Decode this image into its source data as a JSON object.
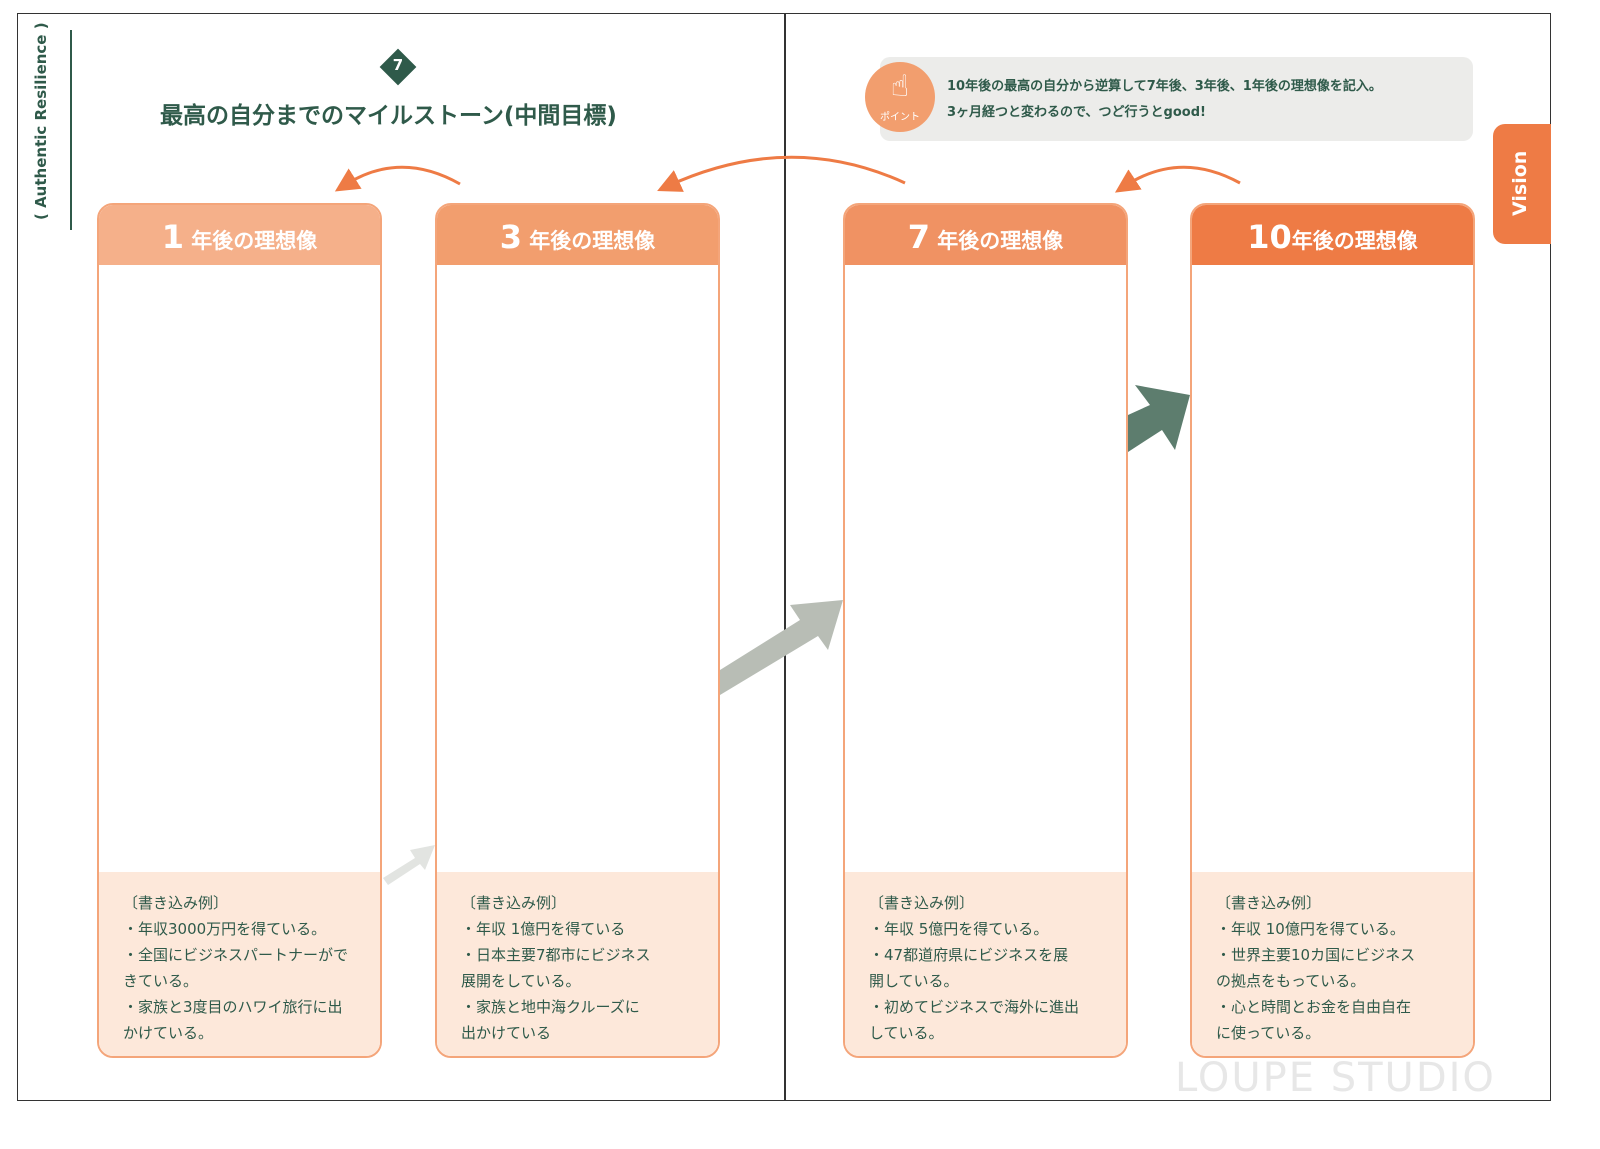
{
  "side_label": "( Authentic Resilience )",
  "section_number": "7",
  "title": "最高の自分までのマイルストーン(中間目標)",
  "tip": {
    "icon": "pointing-hand-icon",
    "icon_label": "ポイント",
    "line1": "10年後の最高の自分から逆算して7年後、3年後、1年後の理想像を記入。",
    "line2": "3ヶ月経つと変わるので、つど行うとgood!"
  },
  "tab_label": "Vision",
  "colors": {
    "green": "#2f5a4a",
    "orange_1": "#f5b08a",
    "orange_3": "#f29e6e",
    "orange_7": "#f09263",
    "orange_10": "#ee7b45",
    "pale": "#fde8da"
  },
  "cards": [
    {
      "num": "1",
      "label": "年後の理想像",
      "example_title": "〔書き込み例〕",
      "lines": [
        "・年収3000万円を得ている。",
        "・全国にビジネスパートナーがで",
        "きている。",
        "・家族と3度目のハワイ旅行に出",
        "かけている。"
      ]
    },
    {
      "num": "3",
      "label": "年後の理想像",
      "example_title": "〔書き込み例〕",
      "lines": [
        "・年収 1億円を得ている",
        "・日本主要7都市にビジネス",
        "展開をしている。",
        "・家族と地中海クルーズに",
        "出かけている"
      ]
    },
    {
      "num": "7",
      "label": "年後の理想像",
      "example_title": "〔書き込み例〕",
      "lines": [
        "・年収 5億円を得ている。",
        "・47都道府県にビジネスを展",
        "開している。",
        "・初めてビジネスで海外に進出",
        "している。"
      ]
    },
    {
      "num": "10",
      "label": "年後の理想像",
      "example_title": "〔書き込み例〕",
      "lines": [
        "・年収 10億円を得ている。",
        "・世界主要10カ国にビジネス",
        "の拠点をもっている。",
        "・心と時間とお金を自由自在",
        "に使っている。"
      ]
    }
  ],
  "watermark": "LOUPE STUDIO"
}
